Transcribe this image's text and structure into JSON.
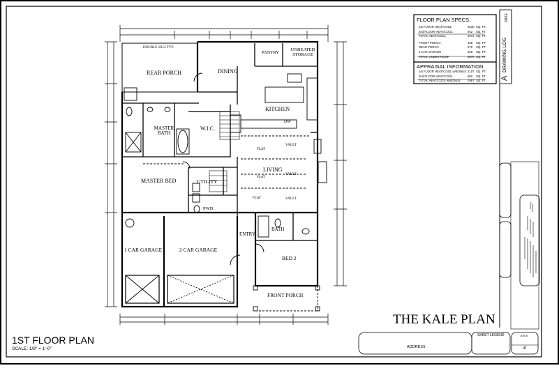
{
  "title_block": {
    "plan_name": "THE KALE PLAN",
    "address_label": "ADDRESS",
    "sheet_legend_label": "SHEET LEGEND",
    "job_label": "JOB #",
    "of_label": "of",
    "drawing_log_label": "DRAWING LOG",
    "date_label": "DATE",
    "revision_letter": "A"
  },
  "sheet_title": {
    "title": "1ST FLOOR PLAN",
    "scale": "SCALE:  1/8\" = 1'-0\""
  },
  "specs": {
    "heading": "FLOOR PLAN SPECS.",
    "rows": [
      {
        "label": "1st FLOOR HEAT/COOL",
        "value": "2030",
        "unit": "SQ. FT."
      },
      {
        "label": "2nd FLOOR HEAT/COOL",
        "value": "942",
        "unit": "SQ. FT."
      },
      {
        "label": "TOTAL HEAT/COOL",
        "value": "2972",
        "unit": "SQ. FT."
      },
      {
        "label": "FRONT PORCH",
        "value": "108",
        "unit": "SQ. FT."
      },
      {
        "label": "REAR PORCH",
        "value": "270",
        "unit": "SQ. FT."
      },
      {
        "label": "2 CAR GARAGE",
        "value": "626",
        "unit": "SQ. FT."
      },
      {
        "label": "TOTAL UNDER ROOF",
        "value": "3976",
        "unit": "SQ. FT."
      }
    ]
  },
  "appraisal": {
    "heading": "APPRAISAL INFORMATION",
    "rows": [
      {
        "label": "1st FLOOR HEAT/COOL w/BONUS",
        "value": "2107",
        "unit": "SQ. FT."
      },
      {
        "label": "2nd FLOOR HEAT/COOL",
        "value": "860",
        "unit": "SQ. FT."
      },
      {
        "label": "TOTAL HEAT/COOL w/BONUS",
        "value": "2967",
        "unit": "SQ. FT."
      }
    ]
  },
  "rooms": {
    "rear_porch": "REAR PORCH",
    "dining": "DINING",
    "pantry": "PANTRY",
    "unheated_storage": "UNHEATED STORAGE",
    "kitchen": "KITCHEN",
    "master_bath": "MASTER BATH",
    "wic": "W.I.C.",
    "master_bed": "MASTER BED",
    "utility": "UTILITY",
    "living": "LIVING",
    "pwd": "PWD",
    "one_car_garage": "1 CAR GARAGE",
    "two_car_garage": "2 CAR GARAGE",
    "entry": "ENTRY",
    "bath": "BATH",
    "bed2": "BED 2",
    "front_porch": "FRONT PORCH",
    "flat1": "FLAT",
    "flat2": "FLAT",
    "flat3": "FLAT",
    "vault1": "VAULT",
    "vault2": "VAULT",
    "vault3": "VAULT",
    "beam_note": "DOUBLE 2X12 TYP.",
    "dw": "DW"
  }
}
